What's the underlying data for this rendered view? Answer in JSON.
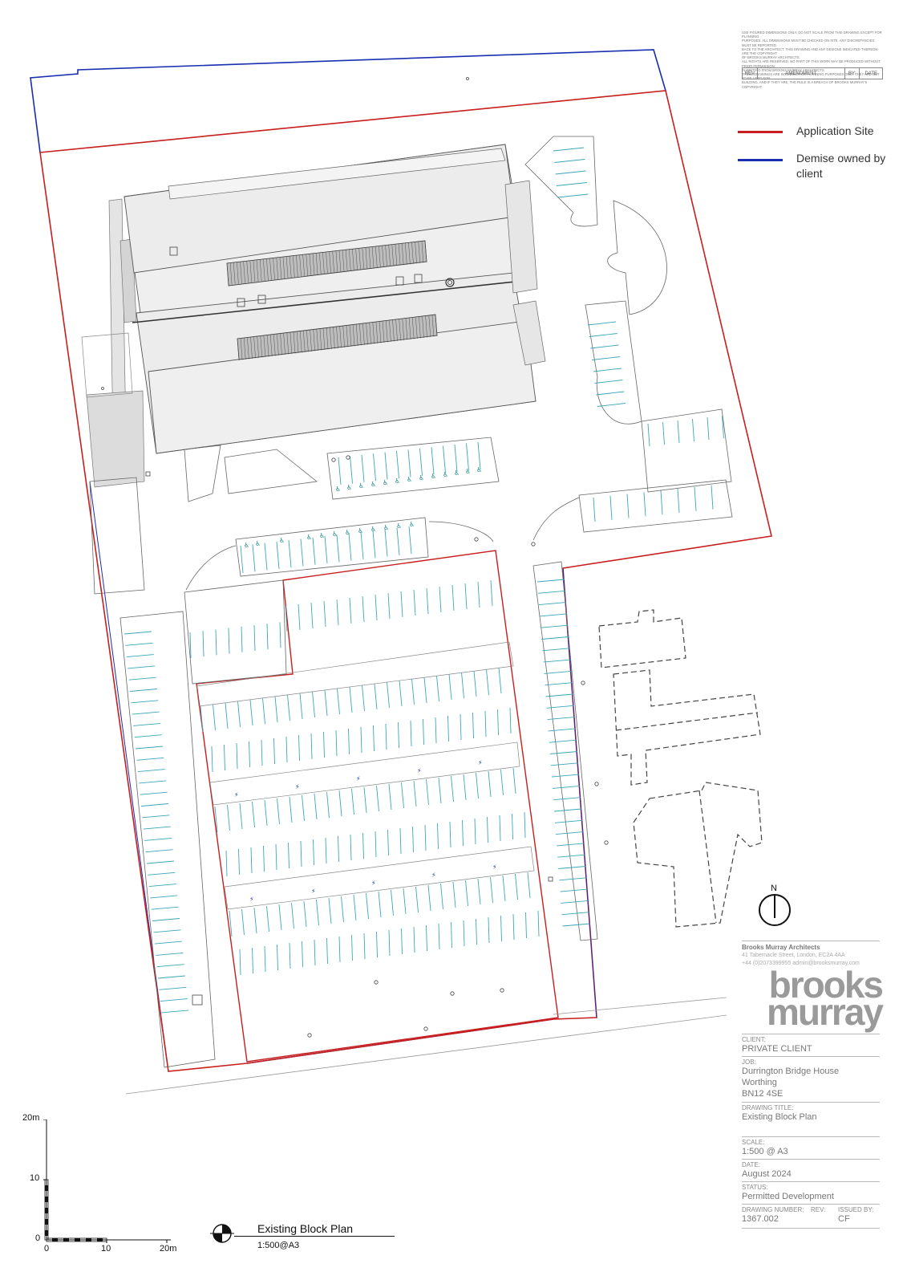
{
  "notes": {
    "lines": [
      "USE FIGURED DIMENSIONS ONLY. DO NOT SCALE FROM THIS DRAWING EXCEPT FOR PLANNING",
      "PURPOSES. ALL DIMENSIONS MUST BE CHECKED ON SITE. ANY DISCREPANCIES MUST BE REPORTED",
      "BACK TO THE ARCHITECT. THIS DRAWING AND ANY DESIGNS INDICATED THEREON ARE THE COPYRIGHT",
      "OF BROOKS MURRAY ARCHITECTS.",
      "ALL RIGHTS ARE RESERVED. NO PART OF THIS WORK MAY BE PRODUCED WITHOUT PRIOR PERMISSION",
      "IN WRITING FROM BROOKS MURRAY ARCHITECTS.",
      "THESE DRAWINGS ARE INTENDED FOR PLANNING PURPOSES ONLY. THEY ARE NOT TO BE USED FOR",
      "BUILDING, AND IF THEY ARE, THE RULE IS A BREACH OF BROOKS MURRAY'S COPYRIGHT."
    ]
  },
  "revision_table": {
    "rev": "REV",
    "amendment": "AMENDMENT",
    "by": "BY:",
    "date": "DATE"
  },
  "legend": {
    "application_site": "Application Site",
    "demise_line1": "Demise owned by",
    "demise_line2": "client",
    "application_color": "#c81e1e",
    "demise_color": "#1a2eb0"
  },
  "north": {
    "label": "N"
  },
  "firm": {
    "name": "Brooks Murray Architects",
    "address": "41 Tabernacle Street, London, EC2A 4AA",
    "contact": "+44 (0)2073399955 admin@brooksmurray.com",
    "logo_line1": "brooks",
    "logo_line2": "murray"
  },
  "title_block": {
    "client_label": "CLIENT:",
    "client": "PRIVATE CLIENT",
    "job_label": "JOB:",
    "job_line1": "Durrington Bridge House",
    "job_line2": "Worthing",
    "job_line3": "BN12 4SE",
    "drawing_title_label": "DRAWING TITLE:",
    "drawing_title": "Existing Block Plan",
    "scale_label": "SCALE:",
    "scale": "1:500 @ A3",
    "date_label": "DATE:",
    "date": "August 2024",
    "status_label": "STATUS:",
    "status": "Permitted Development",
    "drawing_number_label": "DRAWING NUMBER:",
    "drawing_number": "1367.002",
    "rev_label": "REV:",
    "issued_by_label": "ISSUED BY:",
    "issued_by": "CF"
  },
  "plan_label": {
    "title": "Existing Block Plan",
    "scale": "1:500@A3"
  },
  "scale_bar": {
    "v_top": "20m",
    "v_mid": "10",
    "v_zero": "0",
    "h_zero": "0",
    "h_mid": "10",
    "h_end": "20m"
  },
  "colors": {
    "parking_bays": "#3aa6b9",
    "building_fill": "#ececec",
    "paving_fill": "#d9d9d9",
    "outline": "#555555"
  }
}
